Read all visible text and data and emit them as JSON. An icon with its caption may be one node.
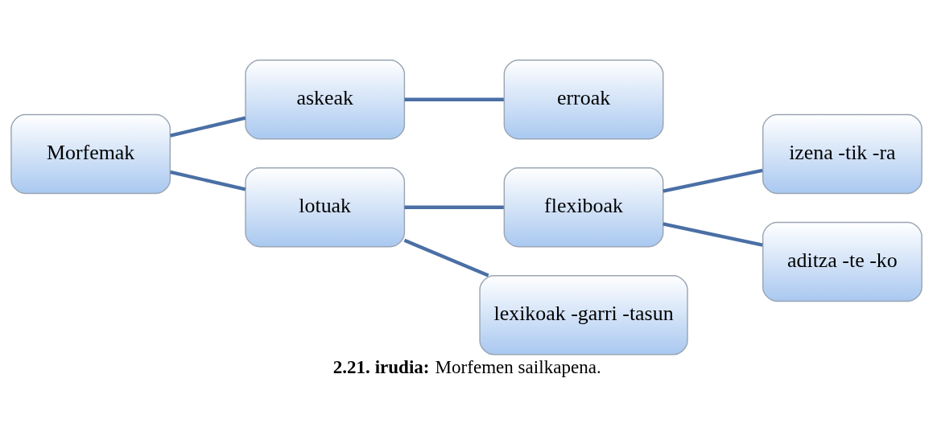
{
  "diagram": {
    "caption": "**2.21. irudia:** Morfemen sailkapena.",
    "nodes": [
      {
        "text": [
          "Morfemak"
        ]
      },
      {
        "text": [
          "askeak"
        ]
      },
      {
        "text": [
          "erroak"
        ]
      },
      {
        "text": [
          "lotuak"
        ]
      },
      {
        "text": [
          "flexiboak"
        ]
      },
      {
        "text": [
          "lexikoak -garri -tasun"
        ]
      },
      {
        "text": [
          "izena -tik -ra"
        ]
      },
      {
        "text": [
          "aditza -te -ko"
        ]
      }
    ],
    "edges": [
      {
        "from": 0,
        "to": 1,
        "arrow": "none"
      },
      {
        "from": 0,
        "to": 3,
        "arrow": "none"
      },
      {
        "from": 1,
        "to": 2,
        "arrow": "none"
      },
      {
        "from": 3,
        "to": 4,
        "arrow": "none"
      },
      {
        "from": 3,
        "to": 5,
        "arrow": "none"
      },
      {
        "from": 4,
        "to": 6,
        "arrow": "none"
      },
      {
        "from": 4,
        "to": 7,
        "arrow": "none"
      }
    ]
  }
}
